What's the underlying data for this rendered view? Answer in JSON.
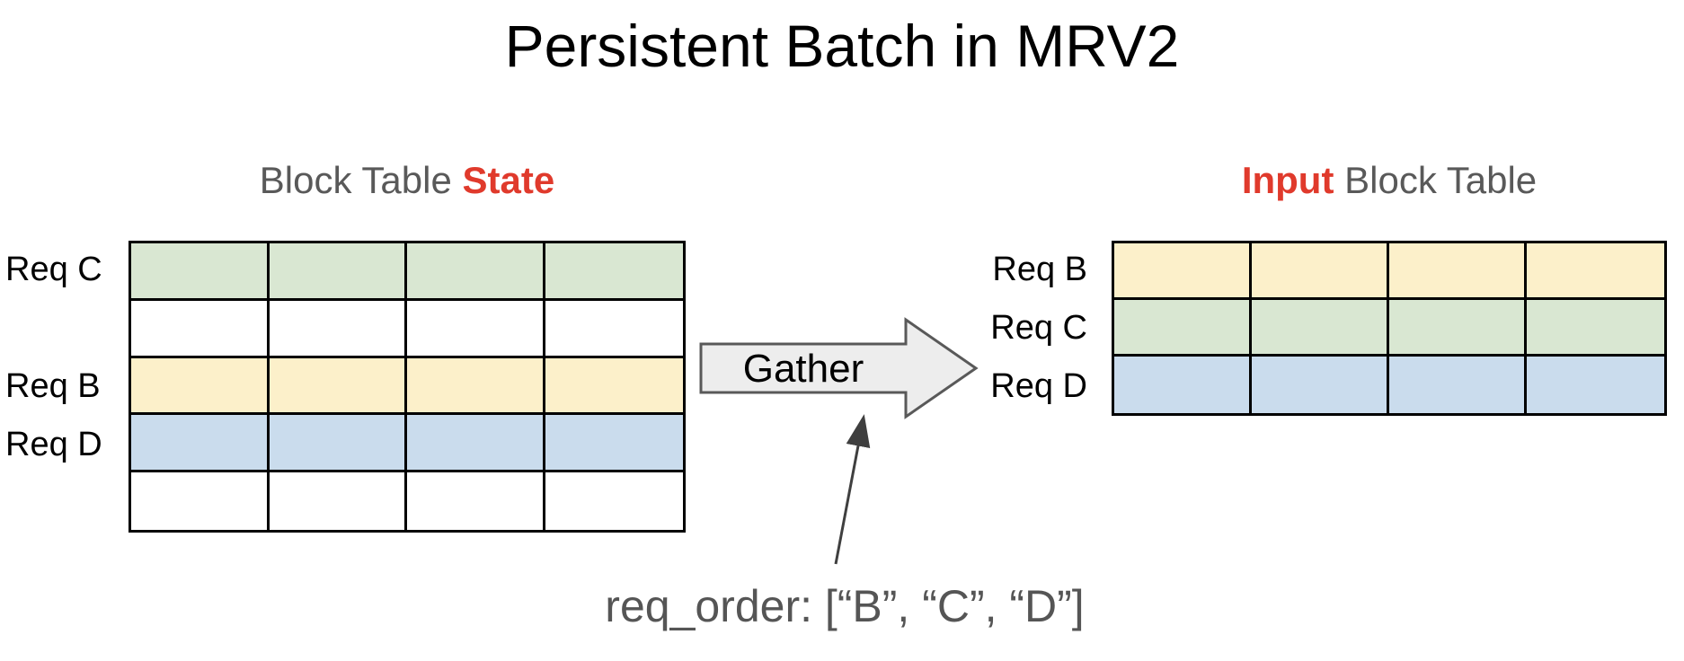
{
  "title": "Persistent Batch in MRV2",
  "colors": {
    "green": "#d9e7d2",
    "yellow": "#fcf0ca",
    "blue": "#cadced",
    "white": "#ffffff",
    "red": "#e03a2c",
    "gray_text": "#595959",
    "black": "#000000",
    "arrow_fill": "#ededed",
    "arrow_border": "#595959",
    "thin_arrow": "#3f3f3f"
  },
  "left_table": {
    "heading": {
      "prefix": "Block Table ",
      "highlight": "State"
    },
    "columns": 4,
    "rows": [
      {
        "label": "Req C",
        "color": "green"
      },
      {
        "label": "",
        "color": "white"
      },
      {
        "label": "Req B",
        "color": "yellow"
      },
      {
        "label": "Req D",
        "color": "blue"
      },
      {
        "label": "",
        "color": "white"
      }
    ]
  },
  "gather_arrow": {
    "label": "Gather"
  },
  "right_table": {
    "heading": {
      "highlight": "Input",
      "suffix": " Block Table"
    },
    "columns": 4,
    "rows": [
      {
        "label": "Req B",
        "color": "yellow"
      },
      {
        "label": "Req C",
        "color": "green"
      },
      {
        "label": "Req D",
        "color": "blue"
      }
    ]
  },
  "annotation": {
    "text": "req_order: [“B”, “C”, “D”]"
  }
}
